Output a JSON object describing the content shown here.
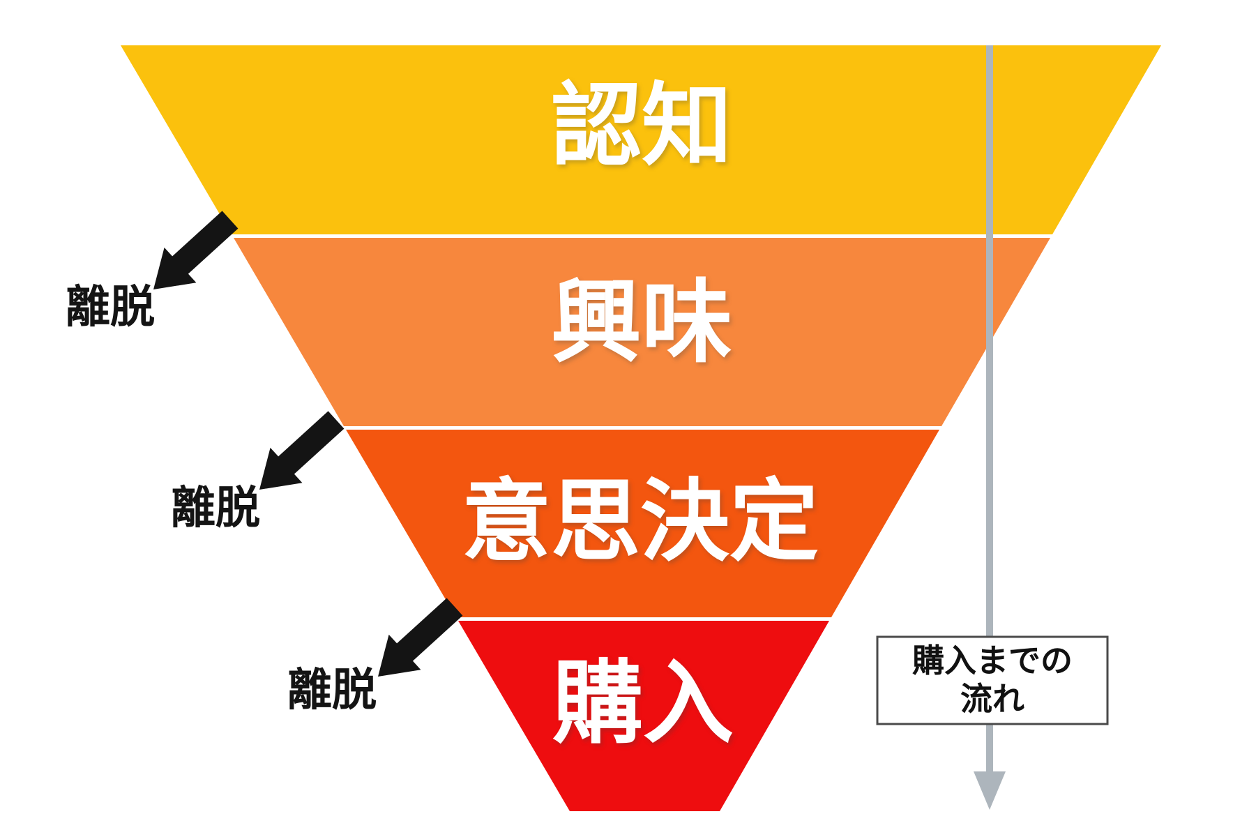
{
  "diagram": {
    "type": "funnel",
    "orientation": "inverted",
    "stages": [
      {
        "label": "認知",
        "color": "#FBC10D",
        "text_color": "#FFFFFF"
      },
      {
        "label": "興味",
        "color": "#F7873D",
        "text_color": "#FFFFFF"
      },
      {
        "label": "意思決定",
        "color": "#F3560F",
        "text_color": "#FFFFFF"
      },
      {
        "label": "購入",
        "color": "#EE0D0F",
        "text_color": "#FFFFFF"
      }
    ],
    "dropoffs": [
      {
        "label": "離脱"
      },
      {
        "label": "離脱"
      },
      {
        "label": "離脱"
      }
    ],
    "flow_annotation": {
      "line1": "購入までの",
      "line2": "流れ"
    },
    "colors": {
      "dropoff_arrow": "#141414",
      "dropoff_text": "#141414",
      "flow_arrow": "#ADB5BC",
      "annotation_box_fill": "#FFFFFF",
      "annotation_box_border": "#4A4A4A",
      "annotation_text": "#111111",
      "background": "#FFFFFF"
    }
  }
}
